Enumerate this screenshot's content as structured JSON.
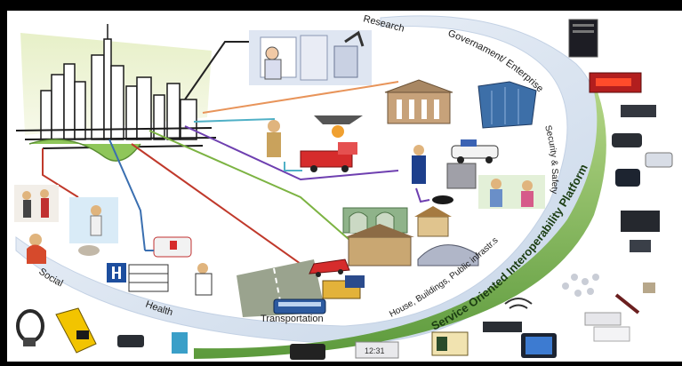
{
  "arc_labels": {
    "research": "Research",
    "government": "Governament/ Enterprise",
    "security": "Security & Safety",
    "house": "House, Buildings, Public infrastr.s",
    "transportation": "Transportation",
    "health": "Health",
    "social": "Social",
    "platform": "Service Oriented Interoperability Platform"
  },
  "device_labels": {
    "display_readout": "12:31"
  },
  "colors": {
    "research": "#222222",
    "government": "#e8945a",
    "fire_safety": "#4fb0c6",
    "police": "#6e3fb0",
    "buildings": "#7cb342",
    "transport": "#c0392b",
    "health": "#3a6fb0",
    "social": "#c0392b",
    "platform_band": "#6aa84f"
  }
}
